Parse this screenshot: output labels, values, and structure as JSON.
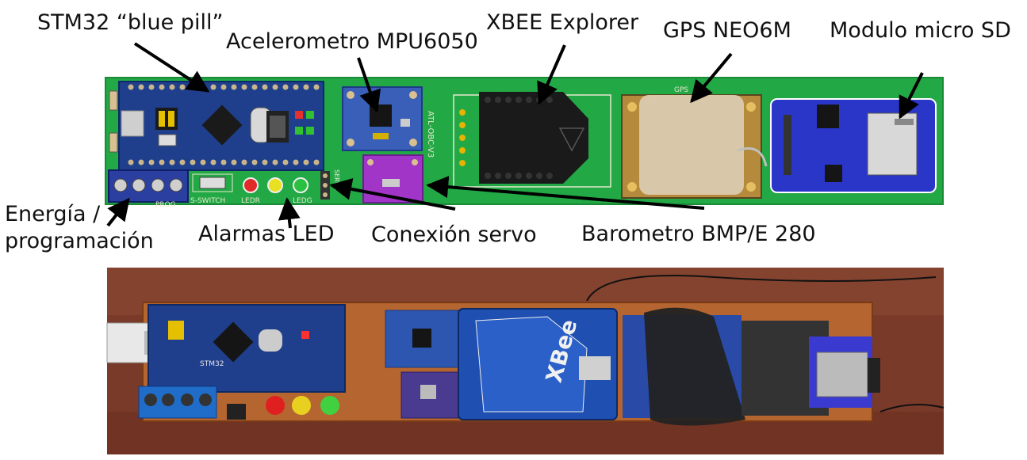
{
  "labels": {
    "stm32": "STM32 “blue pill”",
    "mpu6050": "Acelerometro MPU6050",
    "xbee": "XBEE Explorer",
    "gps": "GPS NEO6M",
    "sd": "Modulo micro SD",
    "energia_line1": "Energía /",
    "energia_line2": "programación",
    "alarmas": "Alarmas LED",
    "servo": "Conexión servo",
    "barometro": "Barometro BMP/E 280"
  },
  "silkscreen": {
    "board_name": "ATL-OBC-V3",
    "prog": "PROG",
    "switch": "S-SWITCH",
    "ledr": "LEDR",
    "ledg": "LEDG",
    "servo": "SERVO",
    "gps": "GPS"
  },
  "photo": {
    "xbee_text": "XBee",
    "stm32_text": "STM32"
  },
  "colors": {
    "pcb_green": "#22a845",
    "bluepill": "#1f3e8c",
    "mpu": "#3a5fb8",
    "bmp": "#a035c8",
    "sd_blue": "#2936c8",
    "gps_beige": "#d8c7a8",
    "perfboard": "#b5652f",
    "background_wood": "#7a3a2a"
  }
}
